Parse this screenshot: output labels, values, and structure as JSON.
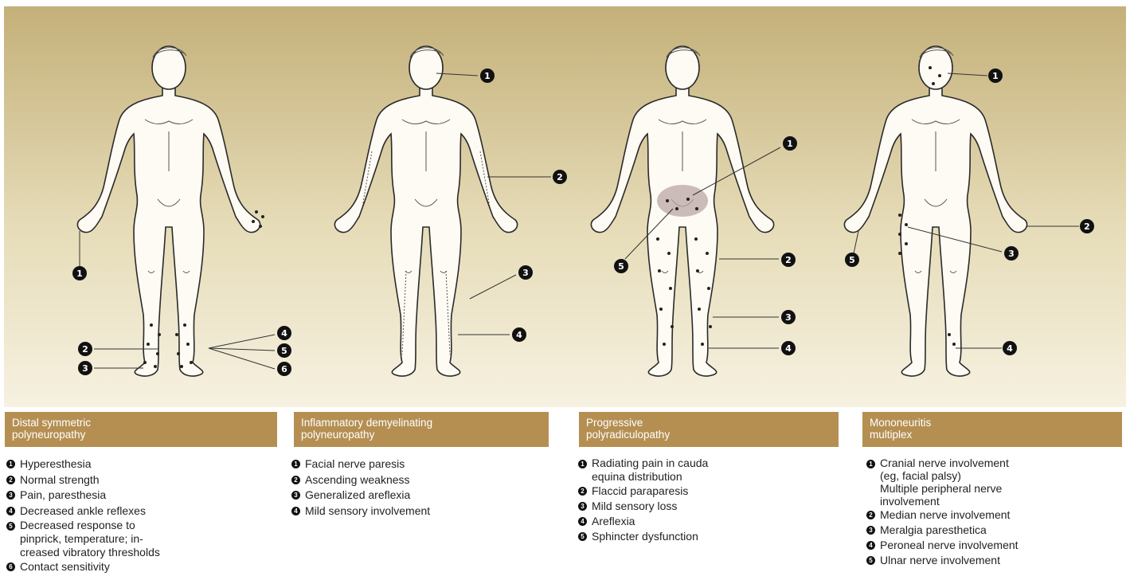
{
  "panels": [
    {
      "title_line1": "Distal symmetric",
      "title_line2": "polyneuropathy",
      "items": [
        {
          "num": "1",
          "text": "Hyperesthesia"
        },
        {
          "num": "2",
          "text": "Normal strength"
        },
        {
          "num": "3",
          "text": "Pain, paresthesia"
        },
        {
          "num": "4",
          "text": "Decreased ankle reflexes"
        },
        {
          "num": "5",
          "text": "Decreased response to\npinprick, temperature; in-\ncreased vibratory thresholds"
        },
        {
          "num": "6",
          "text": "Contact sensitivity"
        }
      ]
    },
    {
      "title_line1": "Inflammatory demyelinating",
      "title_line2": "polyneuropathy",
      "items": [
        {
          "num": "1",
          "text": "Facial nerve paresis"
        },
        {
          "num": "2",
          "text": "Ascending weakness"
        },
        {
          "num": "3",
          "text": "Generalized areflexia"
        },
        {
          "num": "4",
          "text": "Mild sensory involvement"
        }
      ]
    },
    {
      "title_line1": "Progressive",
      "title_line2": "polyradiculopathy",
      "items": [
        {
          "num": "1",
          "text": "Radiating pain in cauda\nequina distribution"
        },
        {
          "num": "2",
          "text": "Flaccid paraparesis"
        },
        {
          "num": "3",
          "text": "Mild sensory loss"
        },
        {
          "num": "4",
          "text": "Areflexia"
        },
        {
          "num": "5",
          "text": "Sphincter dysfunction"
        }
      ]
    },
    {
      "title_line1": "Mononeuritis",
      "title_line2": "multiplex",
      "items": [
        {
          "num": "1",
          "text": "Cranial nerve involvement\n(eg, facial palsy)\nMultiple peripheral nerve\ninvolvement"
        },
        {
          "num": "2",
          "text": "Median nerve involvement"
        },
        {
          "num": "3",
          "text": "Meralgia paresthetica"
        },
        {
          "num": "4",
          "text": "Peroneal nerve involvement"
        },
        {
          "num": "5",
          "text": "Ulnar nerve involvement"
        }
      ]
    }
  ],
  "callouts": {
    "fig1": [
      "1",
      "2",
      "3",
      "4",
      "5",
      "6"
    ],
    "fig2": [
      "1",
      "2",
      "3",
      "4"
    ],
    "fig3": [
      "1",
      "2",
      "3",
      "4",
      "5"
    ],
    "fig4": [
      "1",
      "2",
      "3",
      "4",
      "5"
    ]
  },
  "colors": {
    "background_top": "#c9b57d",
    "background_bottom": "#f3ecd6",
    "header": "#b58f52",
    "lesion_area": "#b9a6a6"
  }
}
